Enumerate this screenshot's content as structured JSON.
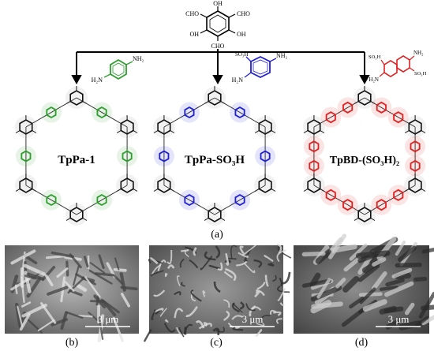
{
  "precursor": {
    "aldehydes": [
      "CHO",
      "CHO",
      "CHO"
    ],
    "hydroxyls": [
      "OH",
      "OH",
      "OH"
    ]
  },
  "linkers": {
    "pa1": {
      "nh2_left": "H₂N",
      "nh2_right": "NH₂",
      "color": "#2e9e2e"
    },
    "pa_so3h": {
      "so3h": "SO₃H",
      "nh2_left": "H₂N",
      "nh2_right": "NH₂",
      "color": "#1f1fd6"
    },
    "bd_so3h": {
      "so3h_top": "SO₃H",
      "so3h_bottom": "SO₃H",
      "nh2_left": "H₂N",
      "nh2_right": "NH₂",
      "color": "#e02020"
    }
  },
  "frameworks": [
    {
      "label": "TpPa-1",
      "color": "#2e9e2e"
    },
    {
      "label": "TpPa-SO₃H",
      "color": "#1f1fd6"
    },
    {
      "label": "TpBD-(SO₃H)₂",
      "color": "#e02020"
    }
  ],
  "panel_a_label": "(a)",
  "sem": {
    "scale_bars": [
      "3 μm",
      "3 μm",
      "3 μm"
    ],
    "panel_labels": [
      "(b)",
      "(c)",
      "(d)"
    ]
  }
}
